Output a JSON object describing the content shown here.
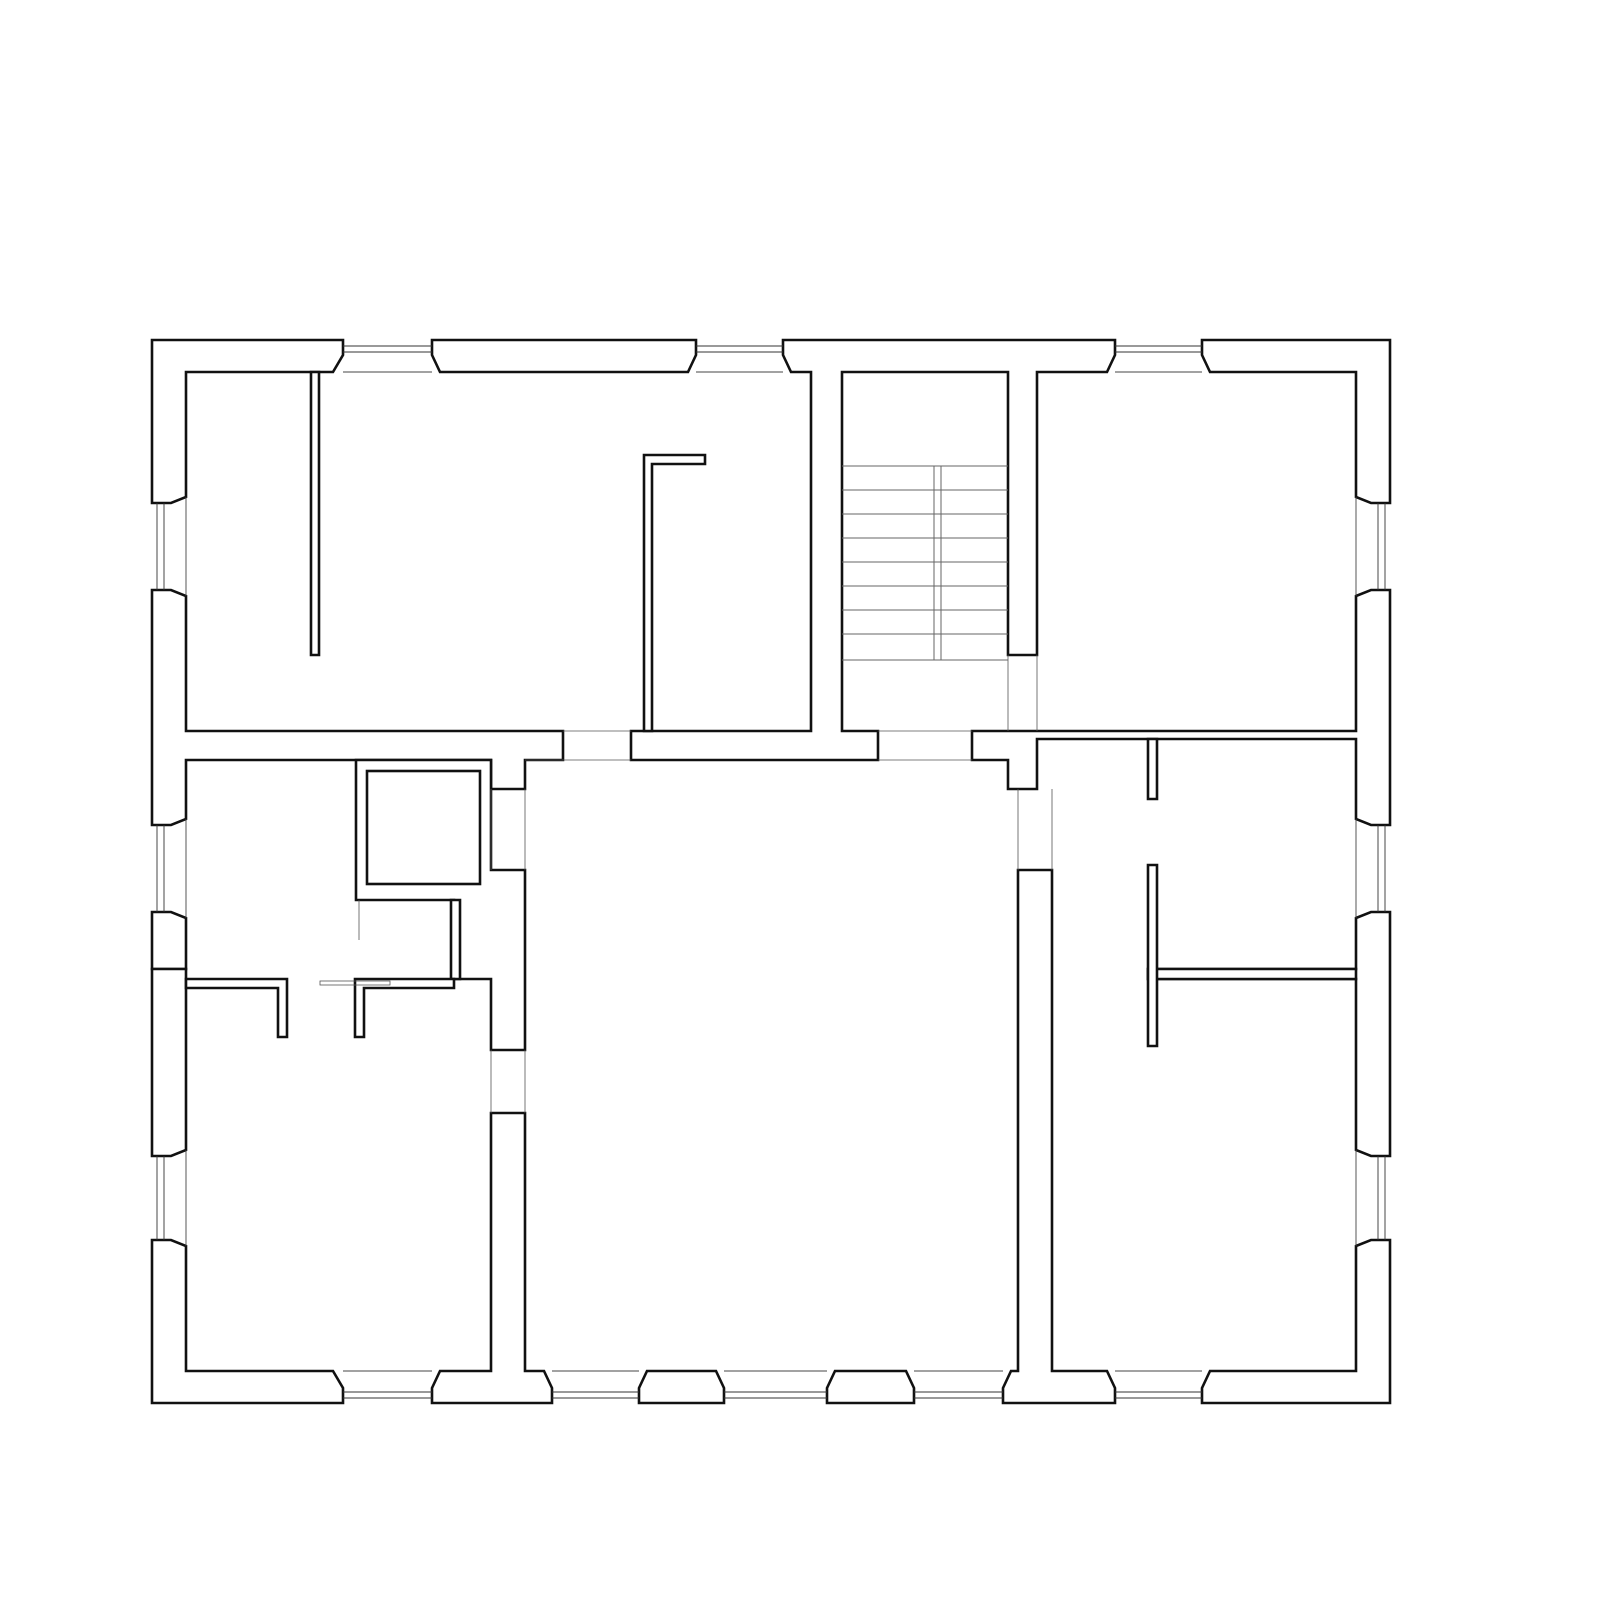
{
  "drawing": {
    "kind": "architectural floor plan",
    "colors": {
      "wall_stroke": "#111111",
      "wall_fill": "#ffffff",
      "window_line": "#333333",
      "background": "#ffffff"
    }
  },
  "legend": [],
  "rooms": [
    {
      "id": "room-northwest"
    },
    {
      "id": "room-north-center"
    },
    {
      "id": "staircase"
    },
    {
      "id": "room-northeast"
    },
    {
      "id": "utility-room-west"
    },
    {
      "id": "shaft"
    },
    {
      "id": "room-southwest"
    },
    {
      "id": "hall-central"
    },
    {
      "id": "room-east-middle"
    },
    {
      "id": "room-southeast"
    }
  ]
}
